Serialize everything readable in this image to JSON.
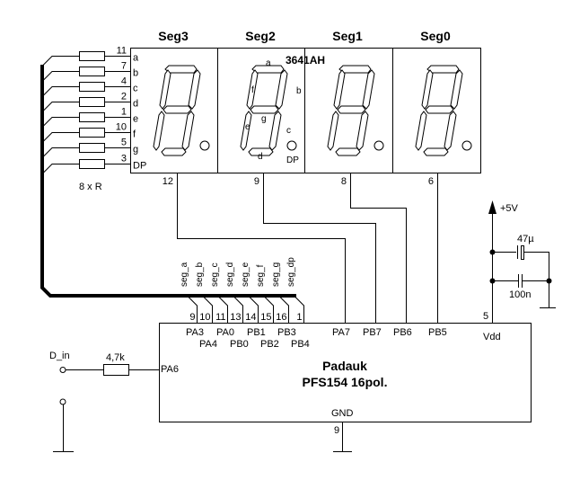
{
  "display": {
    "part": "3641AH",
    "digits": [
      {
        "label": "Seg3",
        "common_pin": "12"
      },
      {
        "label": "Seg2",
        "common_pin": "9"
      },
      {
        "label": "Seg1",
        "common_pin": "8"
      },
      {
        "label": "Seg0",
        "common_pin": "6"
      }
    ],
    "segment_pins": [
      {
        "seg": "a",
        "pin": "11"
      },
      {
        "seg": "b",
        "pin": "7"
      },
      {
        "seg": "c",
        "pin": "4"
      },
      {
        "seg": "d",
        "pin": "2"
      },
      {
        "seg": "e",
        "pin": "1"
      },
      {
        "seg": "f",
        "pin": "10"
      },
      {
        "seg": "g",
        "pin": "5"
      },
      {
        "seg": "DP",
        "pin": "3"
      }
    ],
    "segment_names": {
      "a": "a",
      "b": "b",
      "c": "c",
      "d": "d",
      "e": "e",
      "f": "f",
      "g": "g",
      "dp": "DP"
    }
  },
  "resistor_array_label": "8 x R",
  "bus_nets": [
    "seg_a",
    "seg_b",
    "seg_c",
    "seg_d",
    "seg_e",
    "seg_f",
    "seg_g",
    "seg_dp"
  ],
  "mcu": {
    "name_line1": "Padauk",
    "name_line2": "PFS154 16pol.",
    "bus_pins": [
      "9",
      "10",
      "11",
      "13",
      "14",
      "15",
      "16",
      "1"
    ],
    "bus_port_row1": [
      "PA3",
      "PA0",
      "PB1",
      "PB3"
    ],
    "bus_port_row2": [
      "PA4",
      "PB0",
      "PB2",
      "PB4"
    ],
    "digit_ports": [
      "PA7",
      "PB7",
      "PB6",
      "PB5"
    ],
    "vdd_label": "Vdd",
    "vdd_pin": "5",
    "gnd_label": "GND",
    "gnd_pin": "9",
    "input_port": "PA6"
  },
  "power": {
    "supply": "+5V",
    "cap_elco": "47µ",
    "cap_ceramic": "100n"
  },
  "input": {
    "label": "D_in",
    "resistor": "4,7k"
  }
}
